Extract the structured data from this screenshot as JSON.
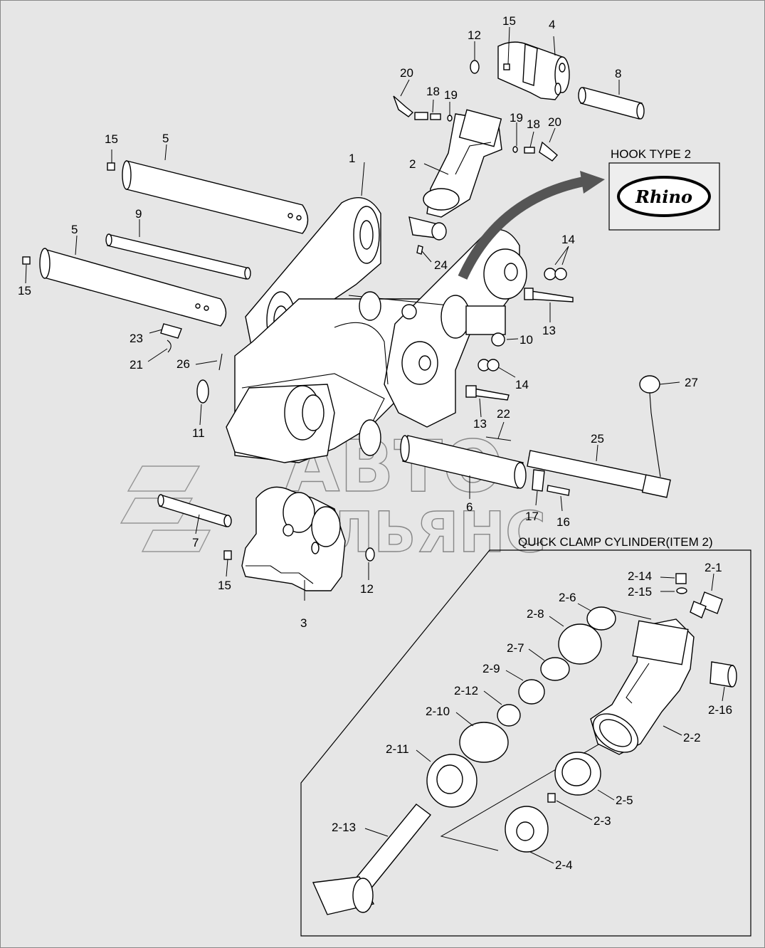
{
  "hook_box": {
    "title": "HOOK TYPE 2",
    "logo_text": "Rhino"
  },
  "quick_clamp": {
    "title": "QUICK CLAMP CYLINDER(ITEM 2)"
  },
  "watermark": {
    "line1": "АВТО",
    "line2": "АЛЬЯНС"
  },
  "callouts": [
    {
      "id": "c1",
      "text": "1"
    },
    {
      "id": "c2",
      "text": "2"
    },
    {
      "id": "c3",
      "text": "3"
    },
    {
      "id": "c4",
      "text": "4"
    },
    {
      "id": "c5a",
      "text": "5"
    },
    {
      "id": "c5b",
      "text": "5"
    },
    {
      "id": "c6",
      "text": "6"
    },
    {
      "id": "c7",
      "text": "7"
    },
    {
      "id": "c8",
      "text": "8"
    },
    {
      "id": "c9",
      "text": "9"
    },
    {
      "id": "c10",
      "text": "10"
    },
    {
      "id": "c11",
      "text": "11"
    },
    {
      "id": "c12a",
      "text": "12"
    },
    {
      "id": "c12b",
      "text": "12"
    },
    {
      "id": "c13a",
      "text": "13"
    },
    {
      "id": "c13b",
      "text": "13"
    },
    {
      "id": "c14a",
      "text": "14"
    },
    {
      "id": "c14b",
      "text": "14"
    },
    {
      "id": "c15a",
      "text": "15"
    },
    {
      "id": "c15b",
      "text": "15"
    },
    {
      "id": "c15c",
      "text": "15"
    },
    {
      "id": "c15d",
      "text": "15"
    },
    {
      "id": "c16",
      "text": "16"
    },
    {
      "id": "c17",
      "text": "17"
    },
    {
      "id": "c18a",
      "text": "18"
    },
    {
      "id": "c18b",
      "text": "18"
    },
    {
      "id": "c19a",
      "text": "19"
    },
    {
      "id": "c19b",
      "text": "19"
    },
    {
      "id": "c20a",
      "text": "20"
    },
    {
      "id": "c20b",
      "text": "20"
    },
    {
      "id": "c21",
      "text": "21"
    },
    {
      "id": "c22",
      "text": "22"
    },
    {
      "id": "c23",
      "text": "23"
    },
    {
      "id": "c24",
      "text": "24"
    },
    {
      "id": "c25",
      "text": "25"
    },
    {
      "id": "c26",
      "text": "26"
    },
    {
      "id": "c27",
      "text": "27"
    },
    {
      "id": "d1",
      "text": "2-1"
    },
    {
      "id": "d2",
      "text": "2-2"
    },
    {
      "id": "d3",
      "text": "2-3"
    },
    {
      "id": "d4",
      "text": "2-4"
    },
    {
      "id": "d5",
      "text": "2-5"
    },
    {
      "id": "d6",
      "text": "2-6"
    },
    {
      "id": "d7",
      "text": "2-7"
    },
    {
      "id": "d8",
      "text": "2-8"
    },
    {
      "id": "d9",
      "text": "2-9"
    },
    {
      "id": "d10",
      "text": "2-10"
    },
    {
      "id": "d11",
      "text": "2-11"
    },
    {
      "id": "d12",
      "text": "2-12"
    },
    {
      "id": "d13",
      "text": "2-13"
    },
    {
      "id": "d14",
      "text": "2-14"
    },
    {
      "id": "d15",
      "text": "2-15"
    },
    {
      "id": "d16",
      "text": "2-16"
    }
  ]
}
